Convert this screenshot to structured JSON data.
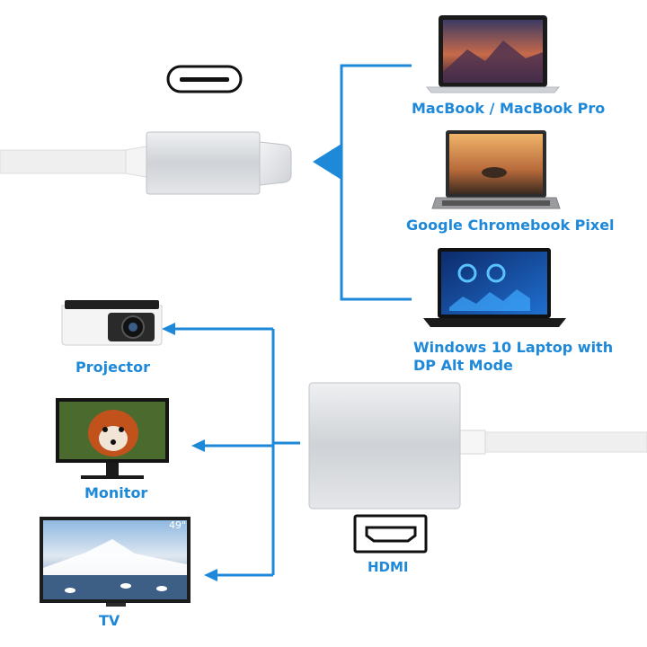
{
  "colors": {
    "accent": "#1e88d9",
    "cable": "#ececec",
    "aluminum": "#d6d8db"
  },
  "inputs": {
    "connector_icon": "usb-c-port-icon",
    "devices": [
      {
        "label": "MacBook / MacBook Pro",
        "icon": "macbook-laptop-icon"
      },
      {
        "label": "Google Chromebook Pixel",
        "icon": "chromebook-laptop-icon"
      },
      {
        "label_line1": "Windows 10 Laptop with",
        "label_line2": "DP Alt Mode",
        "icon": "windows-laptop-icon"
      }
    ]
  },
  "outputs": {
    "port_label": "HDMI",
    "port_icon": "hdmi-port-icon",
    "displays": [
      {
        "label": "Projector",
        "icon": "projector-icon"
      },
      {
        "label": "Monitor",
        "icon": "monitor-icon"
      },
      {
        "label": "TV",
        "icon": "tv-icon",
        "size_badge": "49\""
      }
    ]
  }
}
